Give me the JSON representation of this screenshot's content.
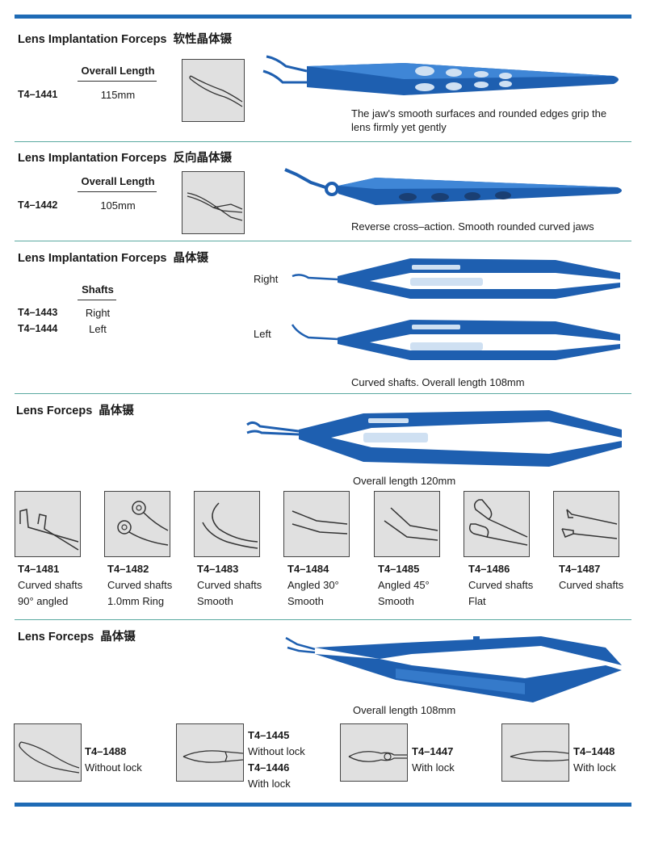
{
  "colors": {
    "accent": "#1f6bb5",
    "separator": "#5aa9a0",
    "instrument": "#1e5fb0",
    "box": "#e0e0e0"
  },
  "sections": [
    {
      "title": "Lens Implantation Forceps",
      "title_cn": "软性晶体镊",
      "col_head": "Overall Length",
      "code": "T4–1441",
      "value": "115mm",
      "caption": "The jaw's smooth surfaces and rounded edges grip the lens firmly yet gently"
    },
    {
      "title": "Lens Implantation Forceps",
      "title_cn": "反向晶体镊",
      "col_head": "Overall Length",
      "code": "T4–1442",
      "value": "105mm",
      "caption": "Reverse cross–action. Smooth rounded curved jaws"
    },
    {
      "title": "Lens Implantation Forceps",
      "title_cn": "晶体镊",
      "col_head": "Shafts",
      "rows": [
        {
          "code": "T4–1443",
          "value": "Right"
        },
        {
          "code": "T4–1444",
          "value": "Left"
        }
      ],
      "label_right": "Right",
      "label_left": "Left",
      "caption": "Curved shafts. Overall length 108mm"
    },
    {
      "title": "Lens Forceps",
      "title_cn": "晶体镊",
      "caption": "Overall length 120mm",
      "items": [
        {
          "code": "T4–1481",
          "line1": "Curved shafts",
          "line2": "90° angled",
          "tip": "hook-90-icon"
        },
        {
          "code": "T4–1482",
          "line1": "Curved shafts",
          "line2": "1.0mm Ring",
          "tip": "ring-tip-icon"
        },
        {
          "code": "T4–1483",
          "line1": "Curved shafts",
          "line2": "Smooth",
          "tip": "curved-tip-icon"
        },
        {
          "code": "T4–1484",
          "line1": "Angled 30°",
          "line2": "Smooth",
          "tip": "angled-30-tip-icon"
        },
        {
          "code": "T4–1485",
          "line1": "Angled 45°",
          "line2": "Smooth",
          "tip": "angled-45-tip-icon"
        },
        {
          "code": "T4–1486",
          "line1": "Curved shafts",
          "line2": "Flat",
          "tip": "flat-tip-icon"
        },
        {
          "code": "T4–1487",
          "line1": "Curved shafts",
          "line2": "",
          "tip": "platform-tip-icon"
        }
      ]
    },
    {
      "title": "Lens Forceps",
      "title_cn": "晶体镊",
      "caption": "Overall length 108mm",
      "items": [
        {
          "code": "T4–1488",
          "line1": "Without lock",
          "tip": "curved-tip-icon"
        },
        {
          "code": "T4–1445",
          "line1": "Without lock",
          "code2": "T4–1446",
          "line2": "With lock",
          "tip": "straight-jaw-icon"
        },
        {
          "code": "T4–1447",
          "line1": "With lock",
          "tip": "loop-jaw-icon"
        },
        {
          "code": "T4–1448",
          "line1": "With lock",
          "tip": "narrow-jaw-icon"
        }
      ]
    }
  ]
}
